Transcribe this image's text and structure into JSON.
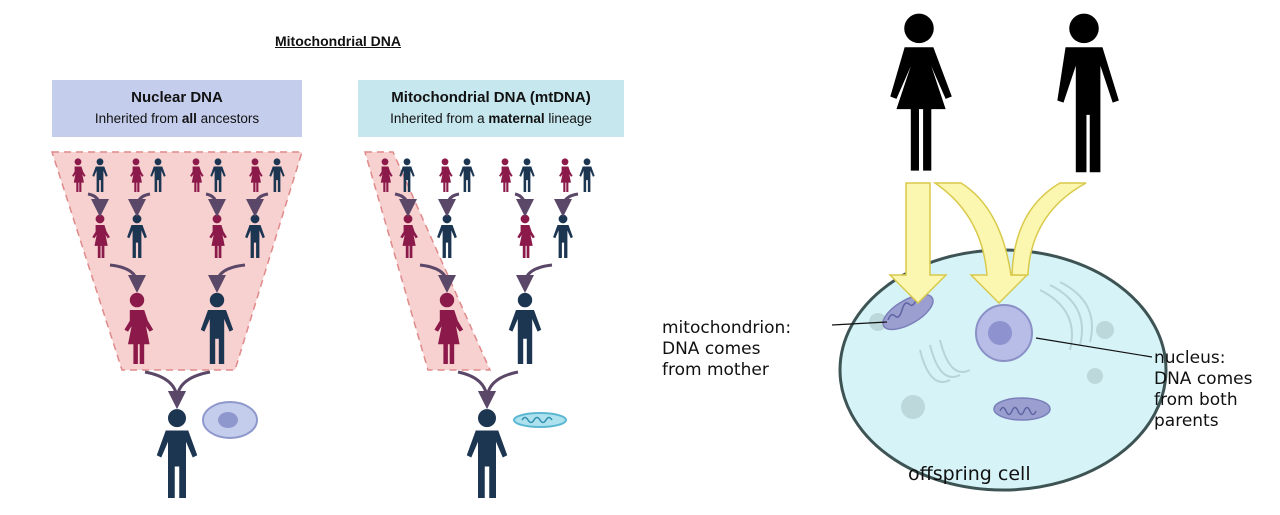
{
  "left": {
    "title": "Mitochondrial DNA",
    "nuclear": {
      "heading": "Nuclear DNA",
      "sub_pre": "Inherited from ",
      "sub_bold": "all",
      "sub_post": " ancestors"
    },
    "mito": {
      "heading": "Mitochondrial DNA (mtDNA)",
      "sub_pre": "Inherited from a ",
      "sub_bold": "maternal",
      "sub_post": " lineage"
    }
  },
  "right": {
    "mito_label": [
      "mitochondrion:",
      "DNA comes",
      "from mother"
    ],
    "nucleus_label": [
      "nucleus:",
      "DNA comes",
      "from both",
      "parents"
    ],
    "cell_label": "offspring cell"
  },
  "colors": {
    "female": "#8b1a4a",
    "male": "#1c3652",
    "arrow": "#5b4868",
    "highlight": "#f7d0d0",
    "cell": "#d6f3f7",
    "yellow": "#fbf6b0"
  }
}
